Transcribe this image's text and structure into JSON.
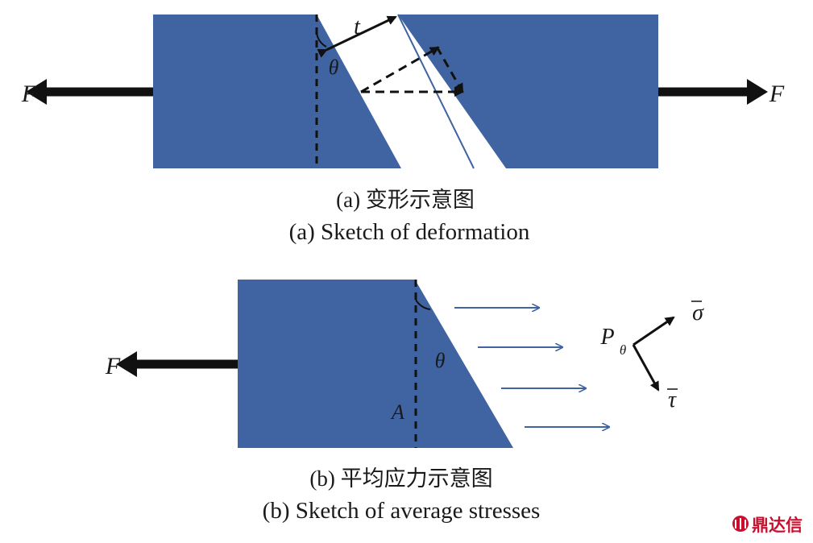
{
  "diagram_a": {
    "labels": {
      "force_left": "F",
      "force_right": "F",
      "thickness": "t",
      "angle": "θ"
    },
    "caption_cn": "(a) 变形示意图",
    "caption_en": "(a) Sketch of deformation"
  },
  "diagram_b": {
    "labels": {
      "force_left": "F",
      "angle": "θ",
      "area": "A",
      "resultant": "P",
      "resultant_sub": "θ",
      "sigma": "σ",
      "tau": "τ"
    },
    "caption_cn": "(b) 平均应力示意图",
    "caption_en": "(b) Sketch of average stresses"
  },
  "watermark": {
    "text": "鼎达信"
  },
  "colors": {
    "block": "#3f64a1",
    "arrow": "#111111",
    "stress_arrow": "#3f64a1",
    "watermark": "#c8102e"
  }
}
